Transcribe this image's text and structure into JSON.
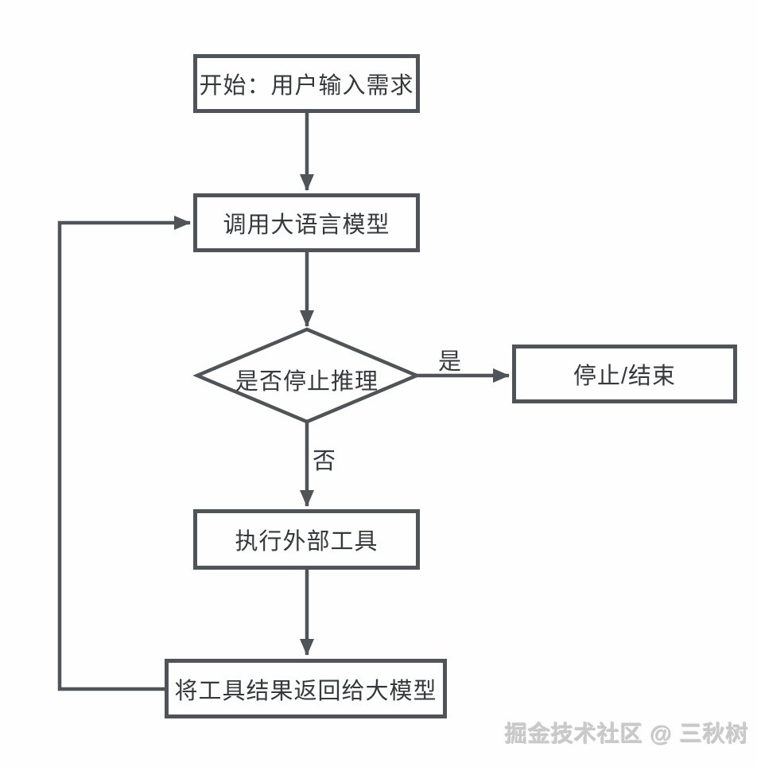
{
  "diagram": {
    "type": "flowchart",
    "nodes": {
      "start": {
        "shape": "rect",
        "label": "开始：用户输入需求"
      },
      "call_llm": {
        "shape": "rect",
        "label": "调用大语言模型"
      },
      "decision": {
        "shape": "diamond",
        "label": "是否停止推理"
      },
      "stop": {
        "shape": "rect",
        "label": "停止/结束"
      },
      "execute_tools": {
        "shape": "rect",
        "label": "执行外部工具"
      },
      "return_results": {
        "shape": "rect",
        "label": "将工具结果返回给大模型"
      }
    },
    "edges": [
      {
        "from": "start",
        "to": "call_llm",
        "label": ""
      },
      {
        "from": "call_llm",
        "to": "decision",
        "label": ""
      },
      {
        "from": "decision",
        "to": "stop",
        "label": "是"
      },
      {
        "from": "decision",
        "to": "execute_tools",
        "label": "否"
      },
      {
        "from": "execute_tools",
        "to": "return_results",
        "label": ""
      },
      {
        "from": "return_results",
        "to": "call_llm",
        "label": ""
      }
    ]
  },
  "watermark": "掘金技术社区 @ 三秋树",
  "colors": {
    "stroke": "#505458",
    "text": "#36393c",
    "background": "#fefefe",
    "watermark": "#c9c9c9"
  }
}
